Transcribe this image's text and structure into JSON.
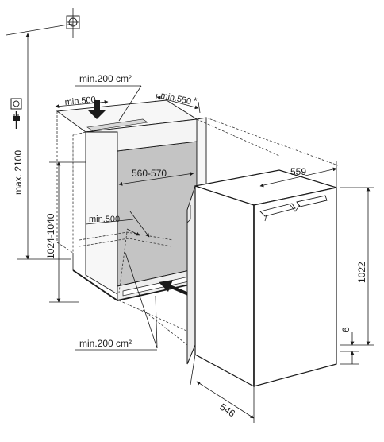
{
  "labels": {
    "vent_top": "min.200 cm²",
    "vent_bottom": "min.200 cm²",
    "gap_top": "min.500",
    "gap_side": "min.550",
    "asterisk": "*",
    "niche_width": "560-570",
    "gap_inside": "min.500",
    "niche_height": "1024-1040",
    "max_height": "max. 2100",
    "appliance_width": "559",
    "appliance_height": "1022",
    "appliance_depth": "546",
    "plinth_gap": "6"
  },
  "colors": {
    "niche_interior": "#bcbcbc",
    "niche_frame": "#f7f7f7",
    "appliance_body": "#ffffff",
    "line": "#1a1a1a"
  },
  "icons": [
    "power-socket-icon",
    "plug-icon",
    "level-target-icon",
    "airflow-arrow-icon"
  ]
}
